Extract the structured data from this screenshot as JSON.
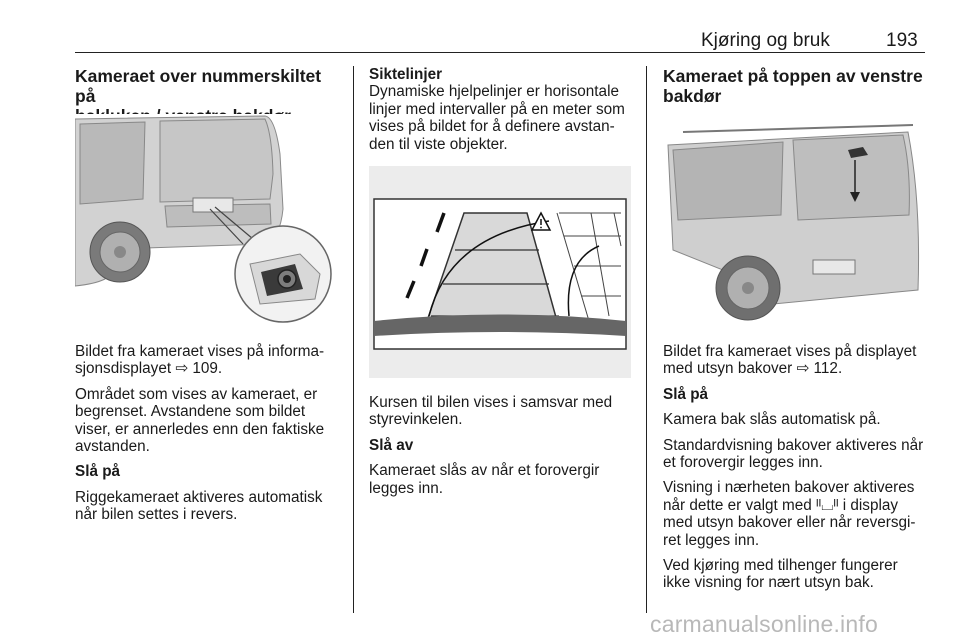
{
  "header": {
    "title": "Kjøring og bruk",
    "page_number": "193"
  },
  "col1": {
    "heading_line1": "Kameraet over nummerskiltet på",
    "heading_line2": "bakluken / venstre bakdør",
    "p1": "Bildet fra kameraet vises på informa-sjonsdisplayet ⇨ 109.",
    "p2": "Området som vises av kameraet, er begrenset. Avstandene som bildet viser, er annerledes enn den faktiske avstanden.",
    "subhead": "Slå på",
    "p3": "Riggekameraet aktiveres automatisk når bilen settes i revers."
  },
  "col2": {
    "subhead1": "Siktelinjer",
    "p1": "Dynamiske hjelpelinjer er horisontale linjer med intervaller på en meter som vises på bildet for å definere avstan-den til viste objekter.",
    "p2": "Kursen til bilen vises i samsvar med styrevinkelen.",
    "subhead2": "Slå av",
    "p3": "Kameraet slås av når et forovergir legges inn."
  },
  "col3": {
    "heading_line1": "Kameraet på toppen av venstre",
    "heading_line2": "bakdør",
    "p1": "Bildet fra kameraet vises på displayet med utsyn bakover ⇨ 112.",
    "subhead": "Slå på",
    "p2": "Kamera bak slås automatisk på.",
    "p3": "Standardvisning bakover aktiveres når et forovergir legges inn.",
    "p4": "Visning i nærheten bakover aktiveres når dette er valgt med ᴵᴵ⌴ᴵᴵ i display med utsyn bakover eller når reversgi-ret legges inn.",
    "p5": "Ved kjøring med tilhenger fungerer ikke visning for nært utsyn bak."
  },
  "watermark": "carmanualsonline.info"
}
